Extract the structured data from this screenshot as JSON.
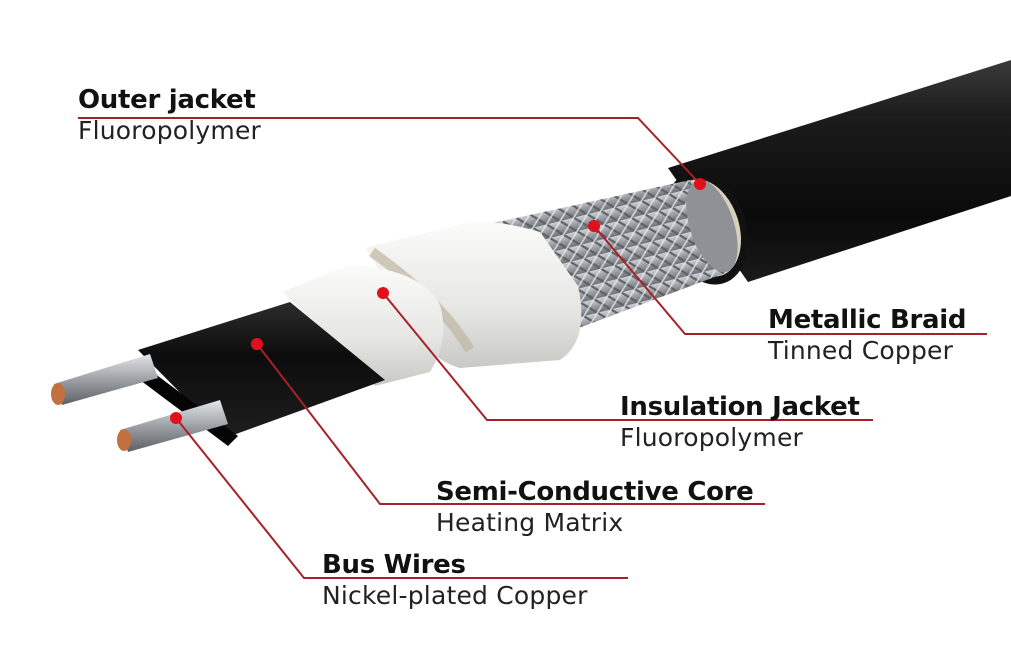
{
  "labels": {
    "outer_jacket": {
      "title": "Outer jacket",
      "subtitle": "Fluoropolymer"
    },
    "metallic_braid": {
      "title": "Metallic Braid",
      "subtitle": "Tinned Copper"
    },
    "insulation_jacket": {
      "title": "Insulation Jacket",
      "subtitle": "Fluoropolymer"
    },
    "semi_conductive_core": {
      "title": "Semi-Conductive Core",
      "subtitle": "Heating Matrix"
    },
    "bus_wires": {
      "title": "Bus Wires",
      "subtitle": "Nickel-plated Copper"
    }
  },
  "colors": {
    "leader_line": "#a8202a",
    "marker_dot": "#e0101c",
    "outer_jacket": "#141414",
    "braid": "#a9adb2",
    "insulation": "#ececea",
    "core": "#0e0e0e",
    "copper": "#c2703f"
  }
}
